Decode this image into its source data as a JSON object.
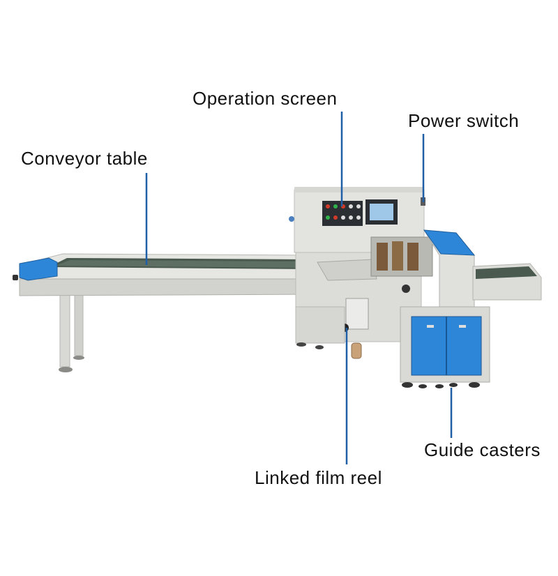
{
  "labels": {
    "conveyor_table": "Conveyor table",
    "operation_screen": "Operation screen",
    "power_switch": "Power switch",
    "guide_casters": "Guide casters",
    "linked_film_reel": "Linked film reel"
  },
  "colors": {
    "callout_line": "#1f5fa8",
    "machine_body": "#e3e3e0",
    "machine_shadow": "#c9c9c5",
    "accent_blue": "#2e86d9",
    "panel_dark": "#2b2f33",
    "belt": "#3a4a3f",
    "screen": "#9fc7e8"
  }
}
